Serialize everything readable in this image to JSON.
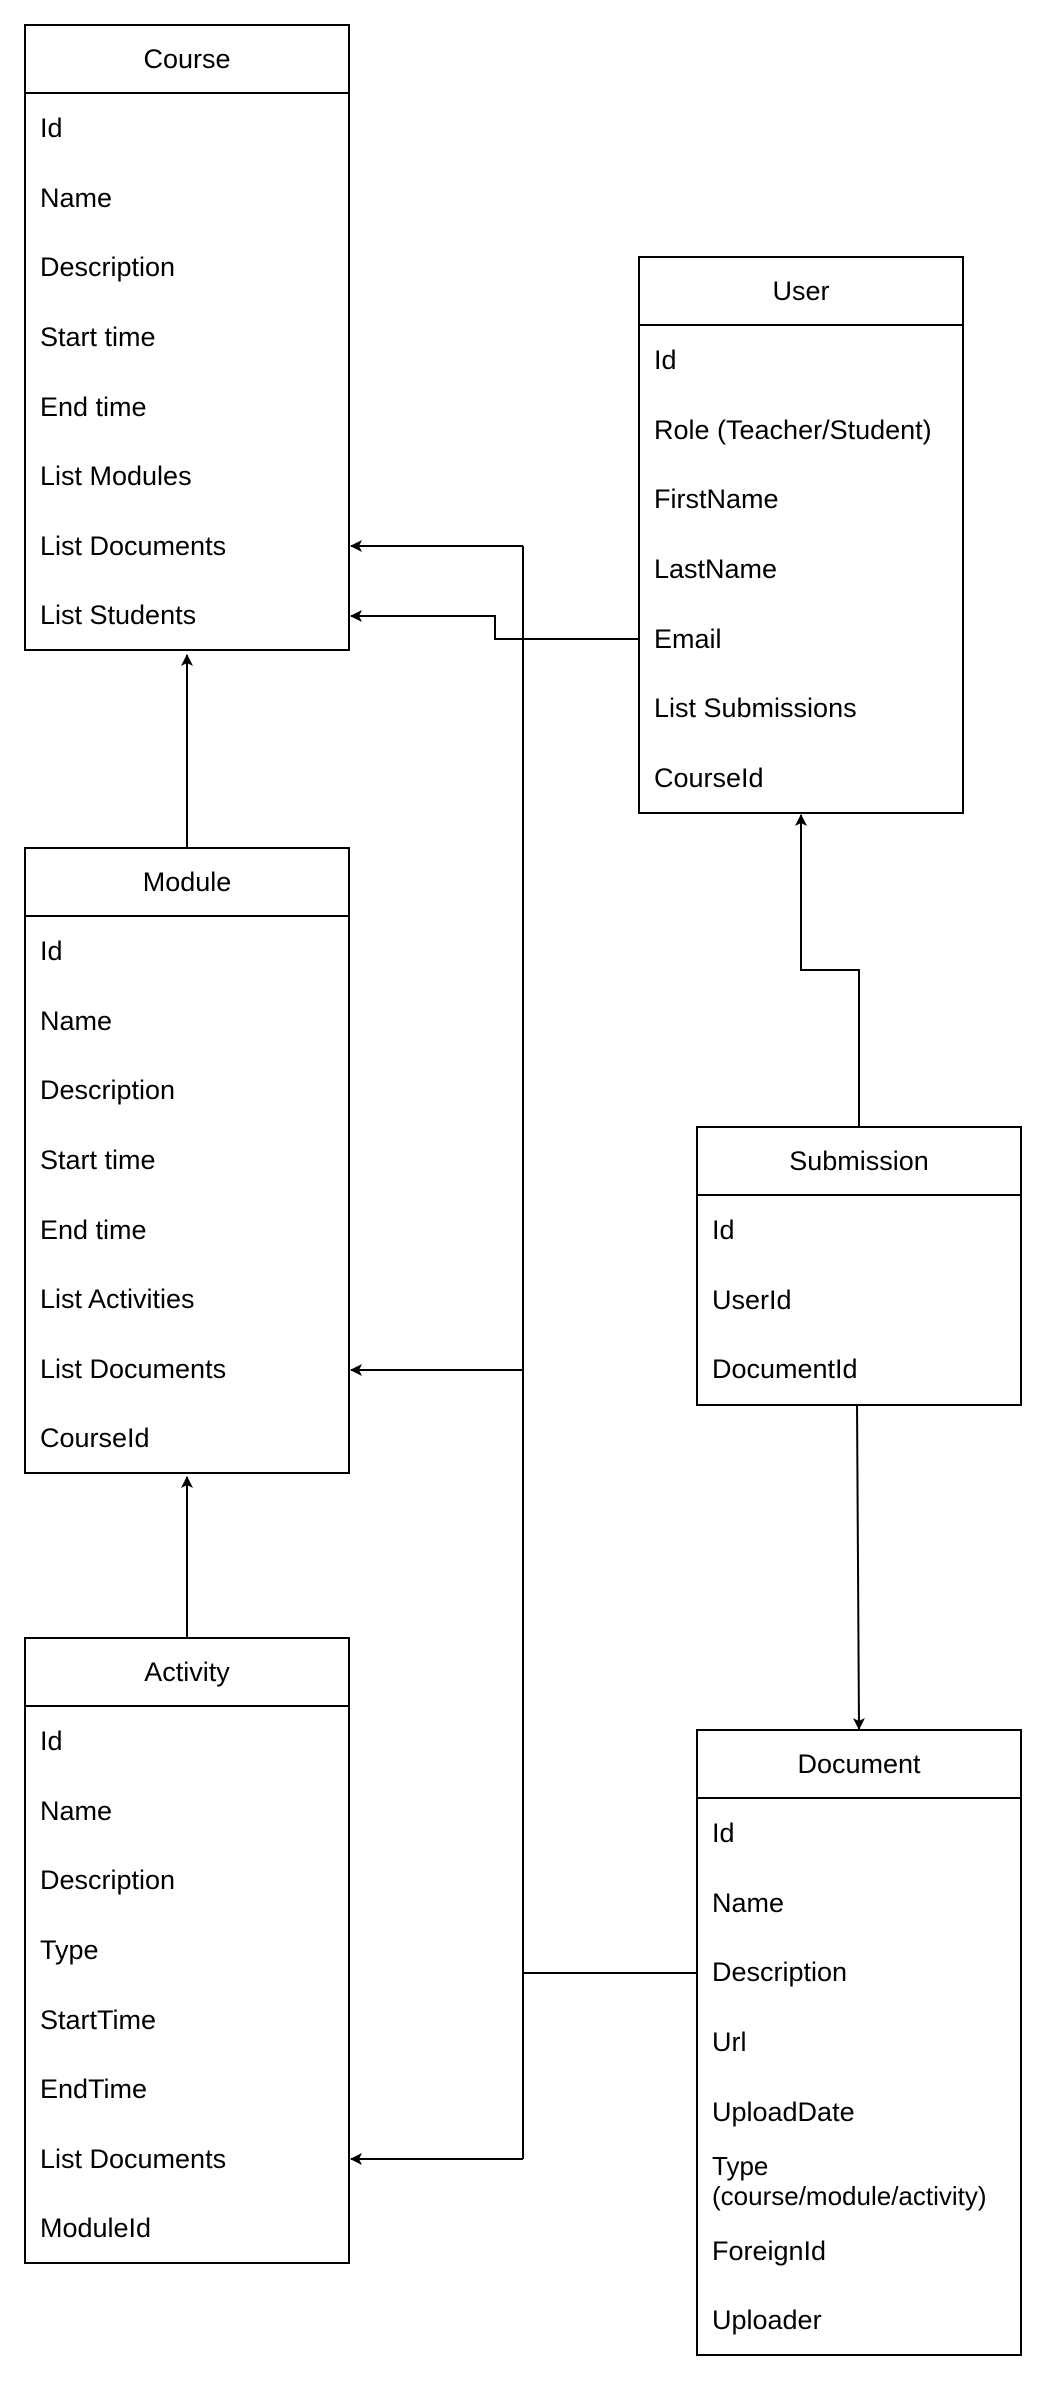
{
  "diagram": {
    "entities": [
      {
        "id": "course",
        "title": "Course",
        "fields": [
          "Id",
          "Name",
          "Description",
          "Start time",
          "End time",
          "List Modules",
          "List Documents",
          "List Students"
        ]
      },
      {
        "id": "user",
        "title": "User",
        "fields": [
          "Id",
          "Role (Teacher/Student)",
          "FirstName",
          "LastName",
          "Email",
          "List Submissions",
          "CourseId"
        ]
      },
      {
        "id": "module",
        "title": "Module",
        "fields": [
          "Id",
          "Name",
          "Description",
          "Start time",
          "End time",
          "List Activities",
          "List Documents",
          "CourseId"
        ]
      },
      {
        "id": "submission",
        "title": "Submission",
        "fields": [
          "Id",
          "UserId",
          "DocumentId"
        ]
      },
      {
        "id": "activity",
        "title": "Activity",
        "fields": [
          "Id",
          "Name",
          "Description",
          "Type",
          "StartTime",
          "EndTime",
          "List Documents",
          "ModuleId"
        ]
      },
      {
        "id": "document",
        "title": "Document",
        "fields": [
          "Id",
          "Name",
          "Description",
          "Url",
          "UploadDate",
          "Type (course/module/activity)",
          "ForeignId",
          "Uploader"
        ]
      }
    ],
    "relationships": [
      {
        "from": "module.CourseId",
        "to": "course"
      },
      {
        "from": "activity.ModuleId",
        "to": "module"
      },
      {
        "from": "user.Email",
        "to": "course.List Students"
      },
      {
        "from": "submission.UserId",
        "to": "user"
      },
      {
        "from": "submission.DocumentId",
        "to": "document"
      },
      {
        "from": "document.Description",
        "to": "course.List Documents"
      },
      {
        "from": "document.Description",
        "to": "module.List Documents"
      },
      {
        "from": "document.Description",
        "to": "activity.List Documents"
      }
    ]
  }
}
